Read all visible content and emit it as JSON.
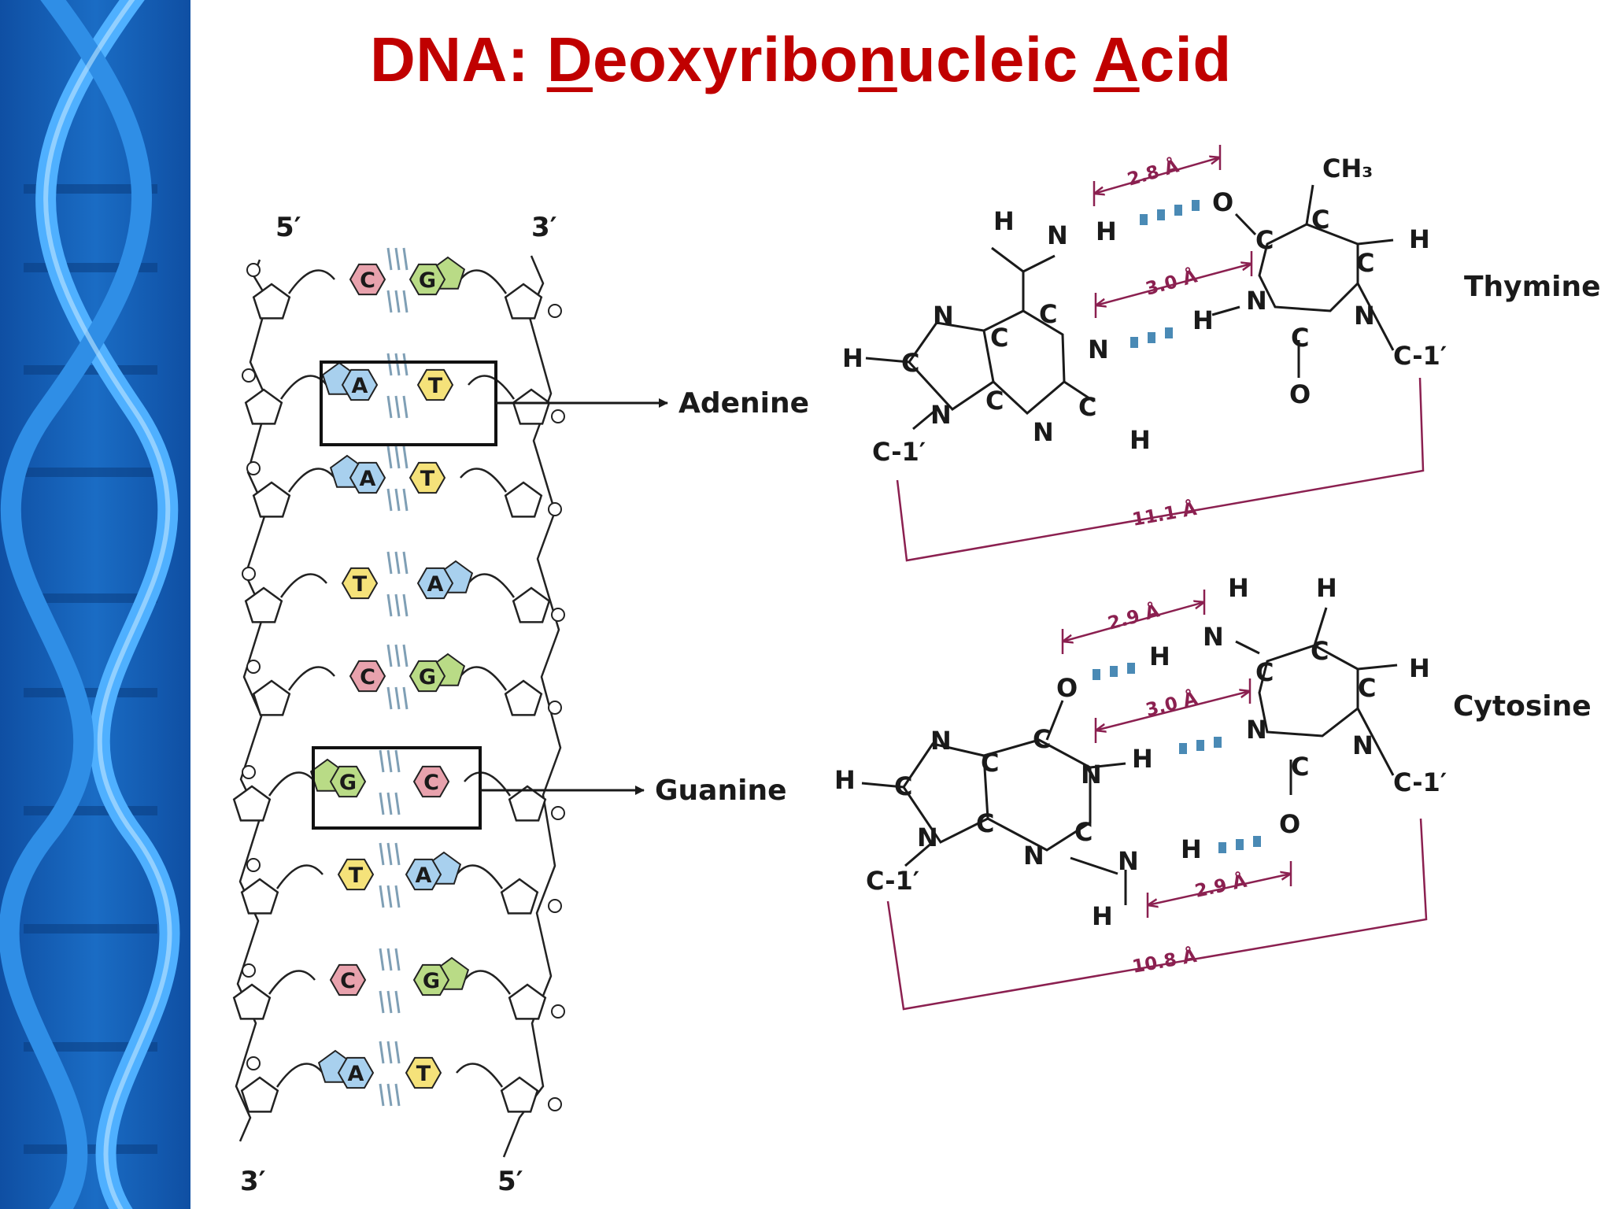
{
  "title": {
    "prefix": "DNA: ",
    "w1_first": "D",
    "w1_rest": "eoxyribo",
    "w2_first": "n",
    "w2_rest": "ucleic ",
    "w3_first": "A",
    "w3_rest": "cid"
  },
  "strand_labels": {
    "top_left": "5′",
    "top_right": "3′",
    "bottom_left": "3′",
    "bottom_right": "5′"
  },
  "base_pairs": [
    [
      "C",
      "G"
    ],
    [
      "A",
      "T"
    ],
    [
      "A",
      "T"
    ],
    [
      "T",
      "A"
    ],
    [
      "C",
      "G"
    ],
    [
      "G",
      "C"
    ],
    [
      "T",
      "A"
    ],
    [
      "C",
      "G"
    ],
    [
      "A",
      "T"
    ]
  ],
  "base_colors": {
    "A": "#a8d0ee",
    "T": "#f5e27a",
    "C": "#e8a2ad",
    "G": "#b9db86"
  },
  "callouts": {
    "adenine": "Adenine",
    "guanine": "Guanine"
  },
  "pairing": {
    "thymine": "Thymine",
    "cytosine": "Cytosine",
    "at_dist_top": "2.8 Å",
    "at_dist_mid": "3.0 Å",
    "at_width": "11.1 Å",
    "gc_dist_top": "2.9 Å",
    "gc_dist_mid": "3.0 Å",
    "gc_dist_bottom": "2.9 Å",
    "gc_width": "10.8 Å"
  },
  "colors": {
    "title": "#c00000",
    "distance": "#8b2050",
    "hbond": "#4a8ab5",
    "sidebar": "#1565c0"
  }
}
